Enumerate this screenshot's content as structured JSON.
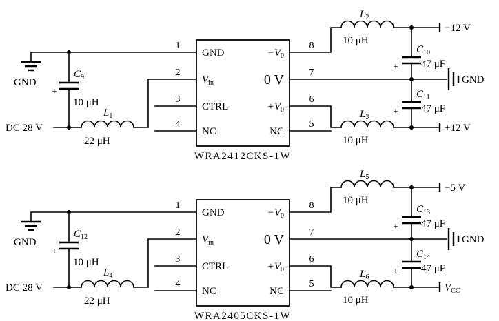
{
  "circuits": [
    {
      "module": "WRA2412CKS-1W",
      "pin_numbers": {
        "n1": "1",
        "n2": "2",
        "n3": "3",
        "n4": "4",
        "n5": "5",
        "n6": "6",
        "n7": "7",
        "n8": "8"
      },
      "ic_labels": {
        "gnd": "GND",
        "vin_base": "V",
        "vin_sub": "in",
        "ctrl": "CTRL",
        "nc_left": "NC",
        "vneg_base": "−V",
        "vneg_sub": "0",
        "zero": "0 V",
        "vpos_base": "+V",
        "vpos_sub": "0",
        "nc_right": "NC"
      },
      "input": {
        "gnd_label": "GND",
        "cap_base": "C",
        "cap_sub": "9",
        "cap_polarity": "+",
        "cap_value": "10 μH",
        "ind_base": "L",
        "ind_sub": "1",
        "ind_value": "22 μH",
        "source": "DC 28 V"
      },
      "output": {
        "ind_top_base": "L",
        "ind_top_sub": "2",
        "ind_top_value": "10 μH",
        "terminal_top": "−12 V",
        "cap1_base": "C",
        "cap1_sub": "10",
        "cap1_value": "47 μF",
        "cap1_polarity": "+",
        "gnd_label": "GND",
        "cap2_base": "C",
        "cap2_sub": "11",
        "cap2_value": "47 μF",
        "cap2_polarity": "+",
        "ind_bot_base": "L",
        "ind_bot_sub": "3",
        "ind_bot_value": "10 μH",
        "terminal_bot_base": "+12 V",
        "terminal_bot_sub": ""
      }
    },
    {
      "module": "WRA2405CKS-1W",
      "pin_numbers": {
        "n1": "1",
        "n2": "2",
        "n3": "3",
        "n4": "4",
        "n5": "5",
        "n6": "6",
        "n7": "7",
        "n8": "8"
      },
      "ic_labels": {
        "gnd": "GND",
        "vin_base": "V",
        "vin_sub": "in",
        "ctrl": "CTRL",
        "nc_left": "NC",
        "vneg_base": "−V",
        "vneg_sub": "0",
        "zero": "0 V",
        "vpos_base": "+V",
        "vpos_sub": "0",
        "nc_right": "NC"
      },
      "input": {
        "gnd_label": "GND",
        "cap_base": "C",
        "cap_sub": "12",
        "cap_polarity": "+",
        "cap_value": "10 μH",
        "ind_base": "L",
        "ind_sub": "4",
        "ind_value": "22 μH",
        "source": "DC 28 V"
      },
      "output": {
        "ind_top_base": "L",
        "ind_top_sub": "5",
        "ind_top_value": "10 μH",
        "terminal_top": "−5 V",
        "cap1_base": "C",
        "cap1_sub": "13",
        "cap1_value": "47 μF",
        "cap1_polarity": "+",
        "gnd_label": "GND",
        "cap2_base": "C",
        "cap2_sub": "14",
        "cap2_value": "47 μF",
        "cap2_polarity": "+",
        "ind_bot_base": "L",
        "ind_bot_sub": "6",
        "ind_bot_value": "10 μH",
        "terminal_bot_base": "V",
        "terminal_bot_sub": "CC"
      }
    }
  ]
}
